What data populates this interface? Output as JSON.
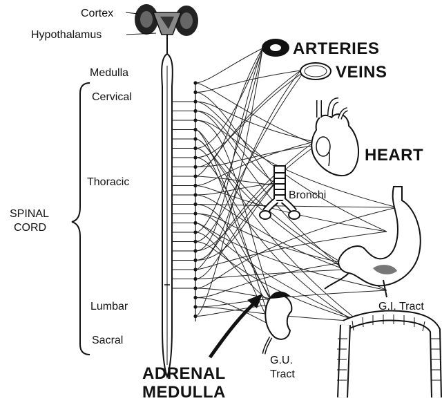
{
  "labels": {
    "cortex": "Cortex",
    "hypothalamus": "Hypothalamus",
    "medulla": "Medulla",
    "cervical": "Cervical",
    "thoracic": "Thoracic",
    "lumbar": "Lumbar",
    "sacral": "Sacral",
    "spinal_cord_line1": "SPINAL",
    "spinal_cord_line2": "CORD",
    "arteries": "ARTERIES",
    "veins": "VEINS",
    "heart": "HEART",
    "bronchi": "Bronchi",
    "gi_tract": "G.I. Tract",
    "gu_tract_line1": "G.U.",
    "gu_tract_line2": "Tract",
    "adrenal_line1": "ADRENAL",
    "adrenal_line2": "MEDULLA"
  },
  "icons": {
    "brain": "brain-icon",
    "arteries": "artery-cross-section-icon",
    "veins": "vein-cross-section-icon",
    "heart": "heart-icon",
    "bronchi": "bronchi-icon",
    "stomach": "stomach-icon",
    "kidney": "kidney-icon",
    "colon": "colon-icon",
    "arrow": "arrow-icon"
  }
}
